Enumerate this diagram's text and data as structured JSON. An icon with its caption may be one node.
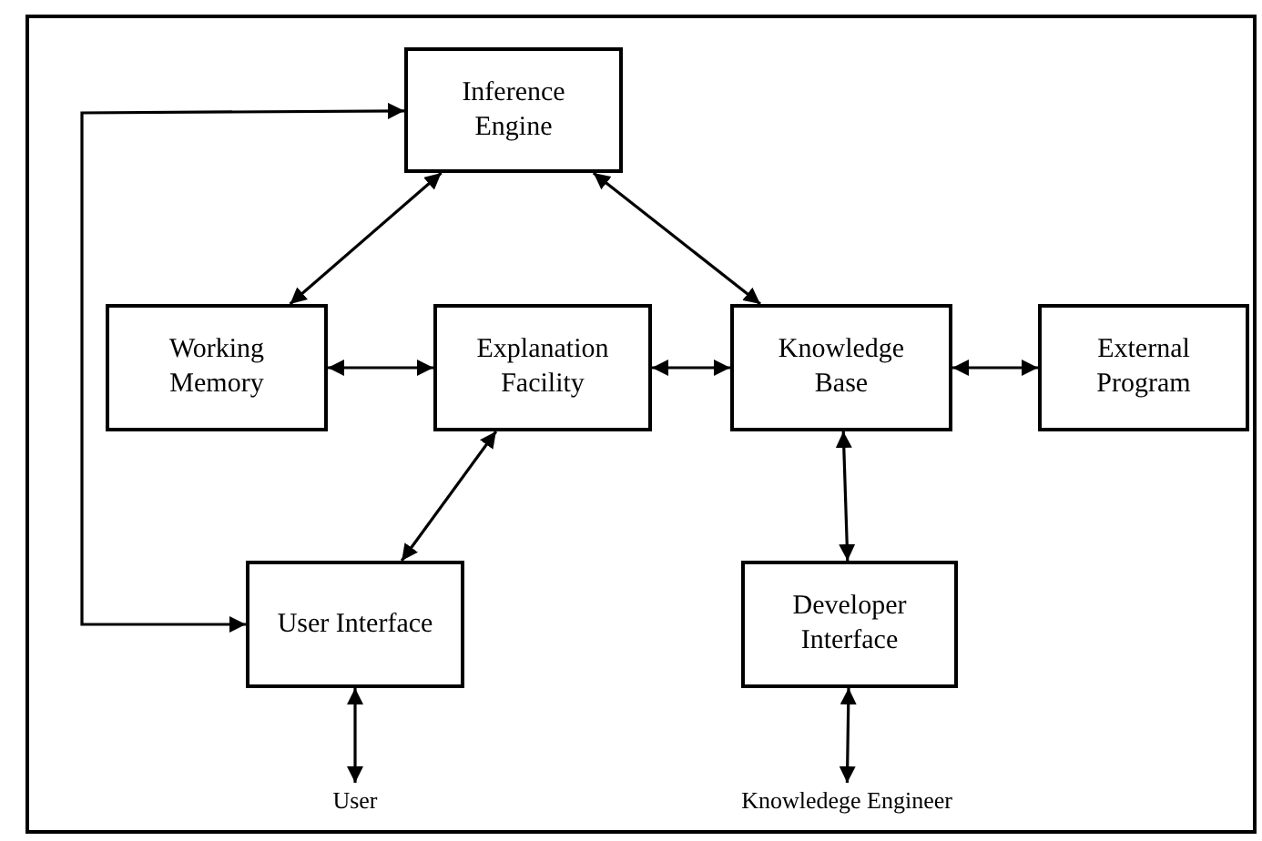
{
  "diagram": {
    "nodes": [
      {
        "text": [
          "Inference Engine"
        ]
      },
      {
        "text": [
          "Working Memory"
        ]
      },
      {
        "text": [
          "Explanation Facility"
        ]
      },
      {
        "text": [
          "Knowledge Base"
        ]
      },
      {
        "text": [
          "External Program"
        ]
      },
      {
        "text": [
          "User Interface"
        ]
      },
      {
        "text": [
          "Developer Interface"
        ]
      },
      {
        "text": [
          "User"
        ]
      },
      {
        "text": [
          "Knowledege Engineer"
        ]
      }
    ],
    "edges": [
      {
        "from": 0,
        "to": 1,
        "arrow": "both"
      },
      {
        "from": 0,
        "to": 3,
        "arrow": "both"
      },
      {
        "from": 1,
        "to": 2,
        "arrow": "both"
      },
      {
        "from": 2,
        "to": 3,
        "arrow": "both"
      },
      {
        "from": 3,
        "to": 4,
        "arrow": "both"
      },
      {
        "from": 2,
        "to": 5,
        "arrow": "both"
      },
      {
        "from": 0,
        "to": 5,
        "arrow": "both"
      },
      {
        "from": 3,
        "to": 6,
        "arrow": "both"
      },
      {
        "from": 5,
        "to": 7,
        "arrow": "both"
      },
      {
        "from": 6,
        "to": 8,
        "arrow": "both"
      }
    ]
  }
}
